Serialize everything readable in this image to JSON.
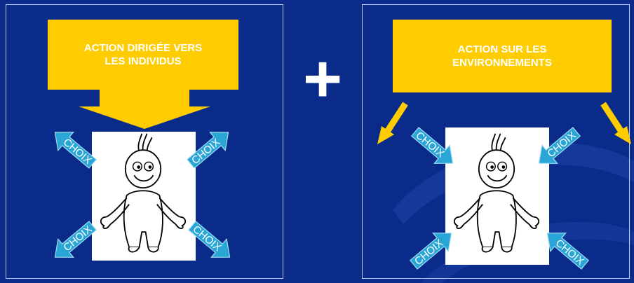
{
  "left_panel": {
    "action_label": "ACTION DIRIGÉE VERS\nLES INDIVIDUS",
    "choice_label": "CHOIX"
  },
  "operator": "+",
  "right_panel": {
    "action_label": "ACTION SUR LES\nENVIRONNEMENTS",
    "choice_label": "CHOIX"
  },
  "colors": {
    "background": "#0a2b8a",
    "action_box": "#ffcc00",
    "choice_arrow": "#2aa6d6",
    "figure_card": "#ffffff"
  }
}
